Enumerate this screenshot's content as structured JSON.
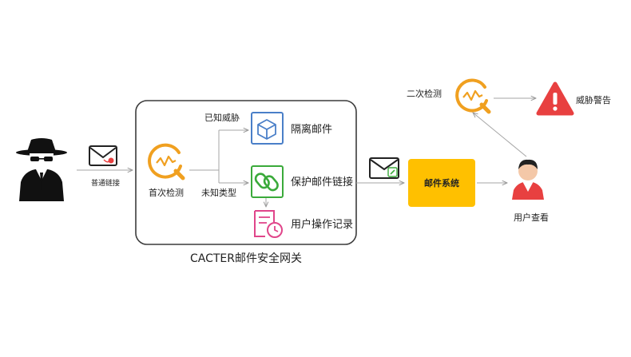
{
  "diagram": {
    "gateway_title": "CACTER邮件安全网关",
    "attacker": {
      "link_label": "普通链接"
    },
    "first_check": {
      "label": "首次检测"
    },
    "branches": {
      "known": {
        "label": "已知威胁",
        "action": "隔离邮件"
      },
      "unknown": {
        "label": "未知类型",
        "action": "保护邮件链接"
      }
    },
    "log": {
      "label": "用户操作记录"
    },
    "mail_system": {
      "label": "邮件系统"
    },
    "user": {
      "label": "用户查看"
    },
    "second_check": {
      "label": "二次检测"
    },
    "alert": {
      "label": "威胁警告"
    }
  },
  "colors": {
    "accent_orange": "#f0a020",
    "quarantine_blue": "#4a7fc8",
    "link_green": "#3aaa3a",
    "log_pink": "#e0458a",
    "mail_system_yellow": "#ffc000",
    "alert_red": "#e84040",
    "arrow_gray": "#a6a6a6",
    "gateway_border": "#3c3c3c"
  },
  "icons": [
    "spy-icon",
    "envelope-icon",
    "magnifier-icon",
    "cube-icon",
    "chain-link-icon",
    "document-clock-icon",
    "user-icon",
    "warning-icon"
  ]
}
